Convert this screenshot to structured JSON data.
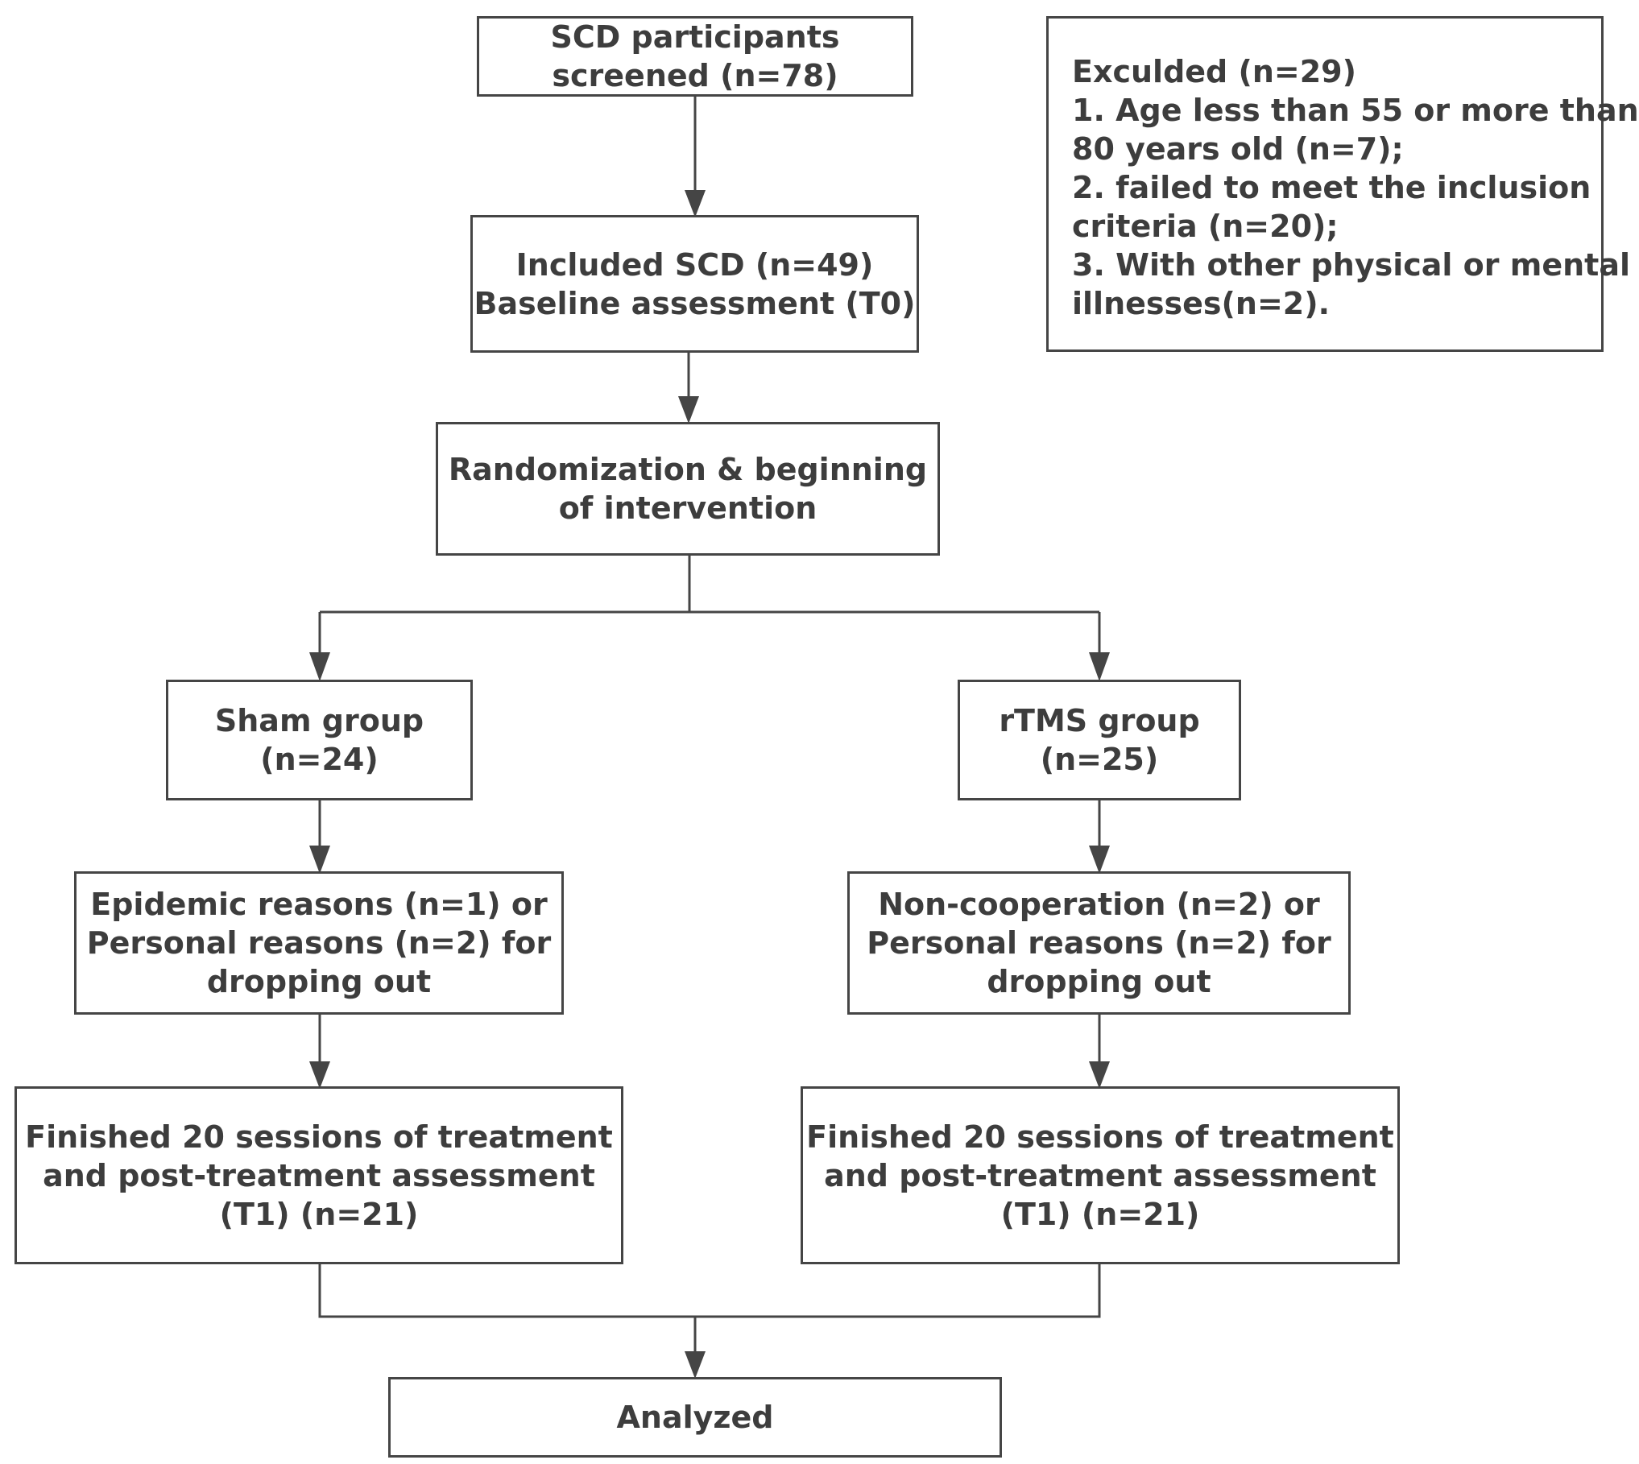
{
  "colors": {
    "line": "#454545",
    "text": "#3d3d3d",
    "background": "#ffffff"
  },
  "boxes": {
    "screened": {
      "lines": [
        "SCD participants",
        "screened (n=78)"
      ]
    },
    "excluded": {
      "lines": [
        "Exculded (n=29)",
        "1. Age less than 55 or more than",
        "80 years old (n=7);",
        "2. failed to meet the  inclusion",
        "criteria (n=20);",
        "3. With other physical or mental",
        "illnesses(n=2)."
      ]
    },
    "included": {
      "lines": [
        "Included SCD (n=49)",
        "Baseline assessment (T0)"
      ]
    },
    "randomization": {
      "lines": [
        "Randomization & beginning",
        "of intervention"
      ]
    },
    "sham": {
      "lines": [
        "Sham group",
        "(n=24)"
      ]
    },
    "rtms": {
      "lines": [
        "rTMS group",
        "(n=25)"
      ]
    },
    "sham_dropout": {
      "lines": [
        "Epidemic reasons (n=1) or",
        "Personal reasons (n=2) for",
        "dropping out"
      ]
    },
    "rtms_dropout": {
      "lines": [
        "Non-cooperation (n=2) or",
        "Personal reasons (n=2) for",
        "dropping out"
      ]
    },
    "sham_finished": {
      "lines": [
        "Finished 20 sessions of treatment",
        "and post-treatment assessment",
        "(T1) (n=21)"
      ]
    },
    "rtms_finished": {
      "lines": [
        "Finished 20 sessions of treatment",
        "and post-treatment assessment",
        "(T1) (n=21)"
      ]
    },
    "analyzed": {
      "lines": [
        "Analyzed"
      ]
    }
  }
}
